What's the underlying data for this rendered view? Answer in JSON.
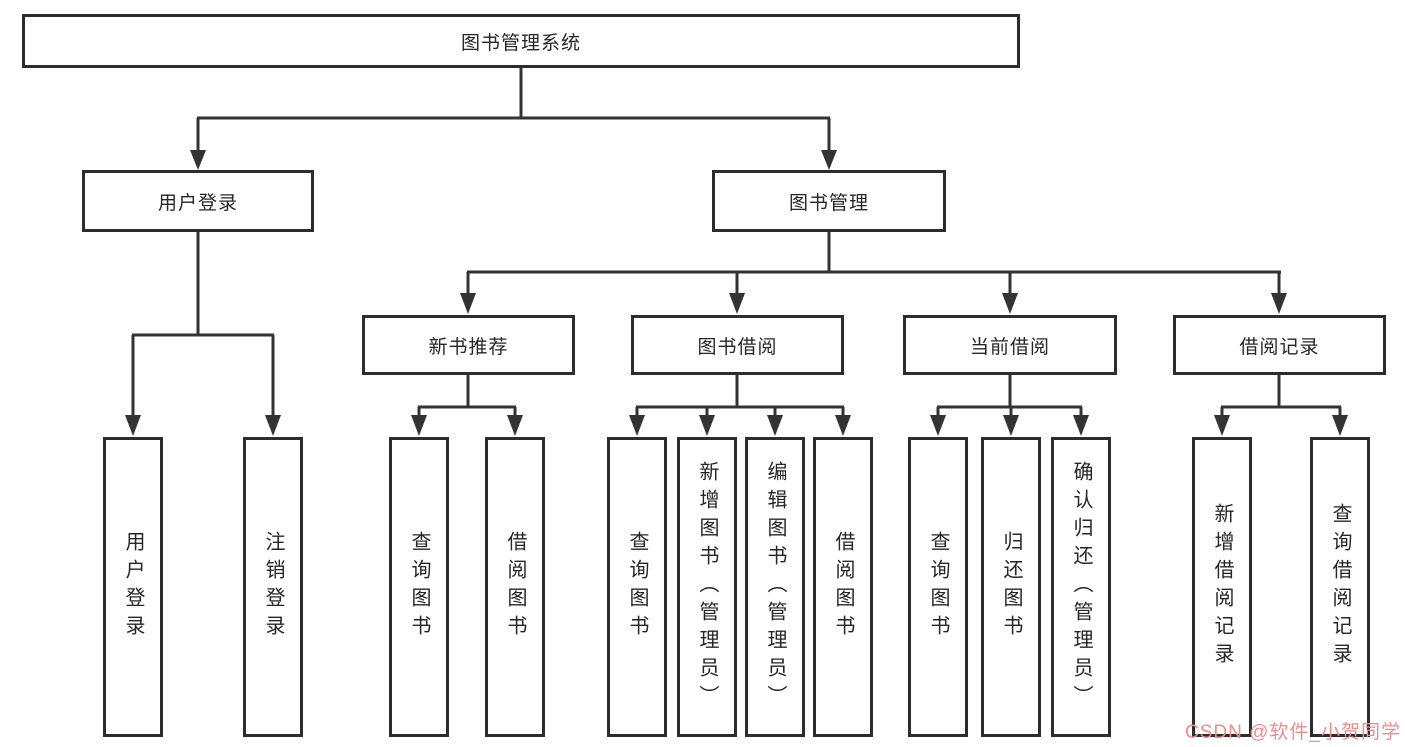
{
  "colors": {
    "line": "#333333",
    "box-border": "#2d2d2d",
    "text": "#262626",
    "watermark": "#ef8c8c",
    "background": "#ffffff"
  },
  "tree": {
    "label": "图书管理系统",
    "children": [
      {
        "label": "用户登录",
        "children": [
          {
            "label": "用户登录"
          },
          {
            "label": "注销登录"
          }
        ]
      },
      {
        "label": "图书管理",
        "children": [
          {
            "label": "新书推荐",
            "children": [
              {
                "label": "查询图书"
              },
              {
                "label": "借阅图书"
              }
            ]
          },
          {
            "label": "图书借阅",
            "children": [
              {
                "label": "查询图书"
              },
              {
                "label": "新增图书（管理员）"
              },
              {
                "label": "编辑图书（管理员）"
              },
              {
                "label": "借阅图书"
              }
            ]
          },
          {
            "label": "当前借阅",
            "children": [
              {
                "label": "查询图书"
              },
              {
                "label": "归还图书"
              },
              {
                "label": "确认归还（管理员）"
              }
            ]
          },
          {
            "label": "借阅记录",
            "children": [
              {
                "label": "新增借阅记录"
              },
              {
                "label": "查询借阅记录"
              }
            ]
          }
        ]
      }
    ]
  },
  "watermark": {
    "text": "CSDN @软件_小贺同学"
  }
}
